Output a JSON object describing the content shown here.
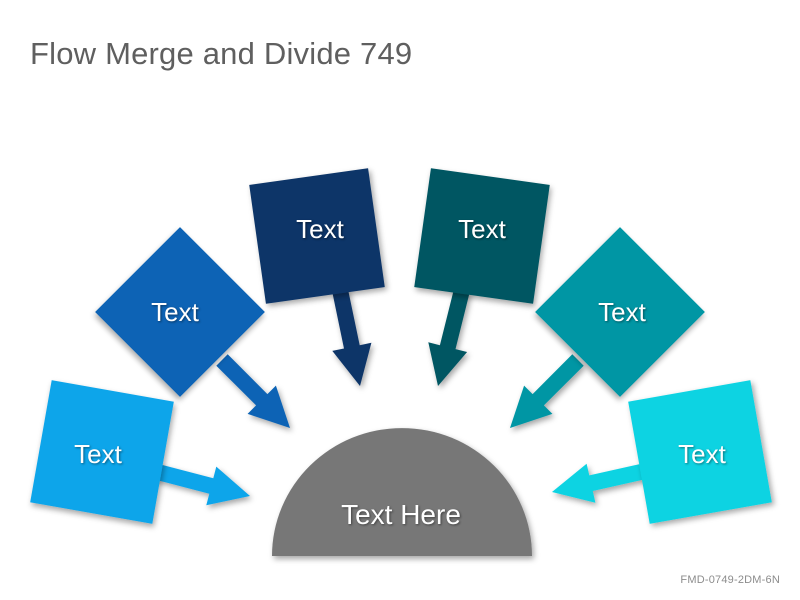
{
  "title": "Flow Merge and Divide 749",
  "hub": {
    "label": "Text Here",
    "color": "#777777"
  },
  "boxes": [
    {
      "label": "Text",
      "color": "#10a5ea"
    },
    {
      "label": "Text",
      "color": "#0a63b5"
    },
    {
      "label": "Text",
      "color": "#0c3468"
    },
    {
      "label": "Text",
      "color": "#055762"
    },
    {
      "label": "Text",
      "color": "#0596a4"
    },
    {
      "label": "Text",
      "color": "#0bd3e2"
    }
  ],
  "code": "FMD-0749-2DM-6N"
}
